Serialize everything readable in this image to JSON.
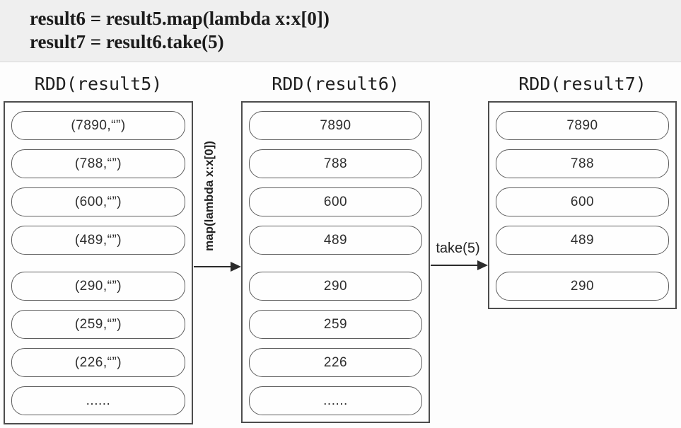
{
  "code_block": {
    "lines": [
      "result6 = result5.map(lambda x:x[0])",
      "result7 = result6.take(5)"
    ]
  },
  "diagram": {
    "columns": [
      {
        "title": "RDD(result5)",
        "cells": [
          "(7890,“”)",
          "(788,“”)",
          "(600,“”)",
          "(489,“”)",
          "(290,“”)",
          "(259,“”)",
          "(226,“”)",
          "......"
        ]
      },
      {
        "title": "RDD(result6)",
        "cells": [
          "7890",
          "788",
          "600",
          "489",
          "290",
          "259",
          "226",
          "......"
        ]
      },
      {
        "title": "RDD(result7)",
        "cells": [
          "7890",
          "788",
          "600",
          "489",
          "290"
        ]
      }
    ],
    "arrows": [
      {
        "label": "map(lambda x:x[0])",
        "from": "RDD(result5)",
        "to": "RDD(result6)"
      },
      {
        "label": "take(5)",
        "from": "RDD(result6)",
        "to": "RDD(result7)"
      }
    ]
  },
  "colors": {
    "banner_background": "#efefef",
    "page_background": "#fdfdfd",
    "box_border": "#4d4d4d",
    "cell_border": "#5e5e5e",
    "text": "#1b1b1b",
    "arrow": "#2b2b2b"
  }
}
